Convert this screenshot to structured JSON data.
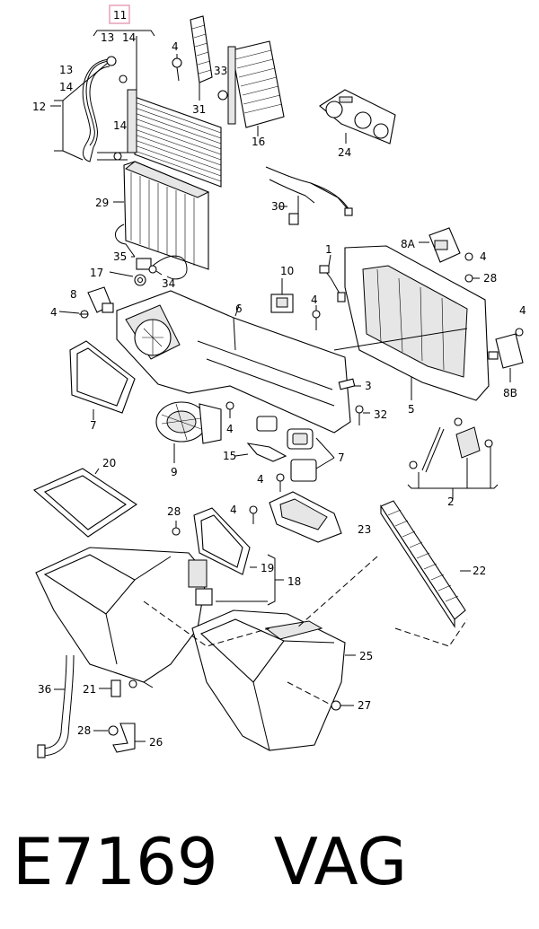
{
  "diagram": {
    "labels": {
      "l1": "1",
      "l2": "2",
      "l3": "3",
      "l4a": "4",
      "l4b": "4",
      "l4c": "4",
      "l4d": "4",
      "l4e": "4",
      "l4f": "4",
      "l4g": "4",
      "l4h": "4",
      "l5": "5",
      "l6": "6",
      "l7a": "7",
      "l7b": "7",
      "l8": "8",
      "l8a": "8A",
      "l8b": "8B",
      "l9": "9",
      "l10": "10",
      "l11": "11",
      "l12": "12",
      "l13a": "13",
      "l13b": "13",
      "l14a": "14",
      "l14b": "14",
      "l14c": "14",
      "l15": "15",
      "l16": "16",
      "l17": "17",
      "l18": "18",
      "l19": "19",
      "l20": "20",
      "l21": "21",
      "l22": "22",
      "l23": "23",
      "l24": "24",
      "l25": "25",
      "l26": "26",
      "l27": "27",
      "l28a": "28",
      "l28b": "28",
      "l28c": "28",
      "l29": "29",
      "l30": "30",
      "l31": "31",
      "l32": "32",
      "l33": "33",
      "l34": "34",
      "l35": "35",
      "l36": "36"
    },
    "highlight_color": "#e8a0b8"
  },
  "footer": {
    "code": "E7169",
    "brand": "VAG"
  }
}
